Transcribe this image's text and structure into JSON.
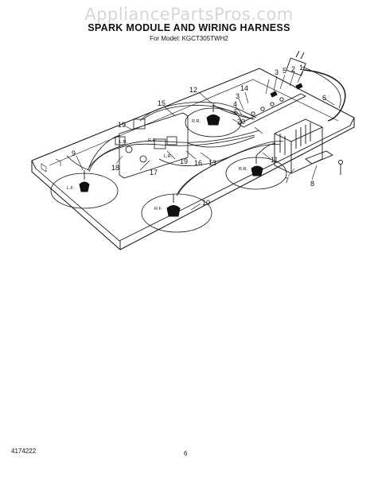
{
  "watermark": "AppliancePartsPros.com",
  "title": "SPARK MODULE AND WIRING HARNESS",
  "subtitle": "For Model: KGCT305TWH2",
  "footer_code": "4174222",
  "page_number": "6",
  "callouts": {
    "c1": "1",
    "c2": "2",
    "c3": "3",
    "c3b": "3",
    "c4": "4",
    "c5": "5",
    "c5b": "5",
    "c6": "6",
    "c7": "7",
    "c8": "8",
    "c9": "9",
    "c10": "10",
    "c11": "11",
    "c12": "12",
    "c13": "13",
    "c14": "14",
    "c15": "15",
    "c16": "16",
    "c17": "17",
    "c18": "18",
    "c19": "19",
    "c19b": "19",
    "c20": "20"
  },
  "burner_labels": {
    "rr": "R.R.",
    "lr": "L.R.",
    "lf": "L.F.",
    "rf": "R.F.",
    "rr2": "R.R.",
    "rf2": "R.F.",
    "lr2": "L.R."
  },
  "colors": {
    "line": "#111111",
    "watermark": "#d6d6d6"
  }
}
